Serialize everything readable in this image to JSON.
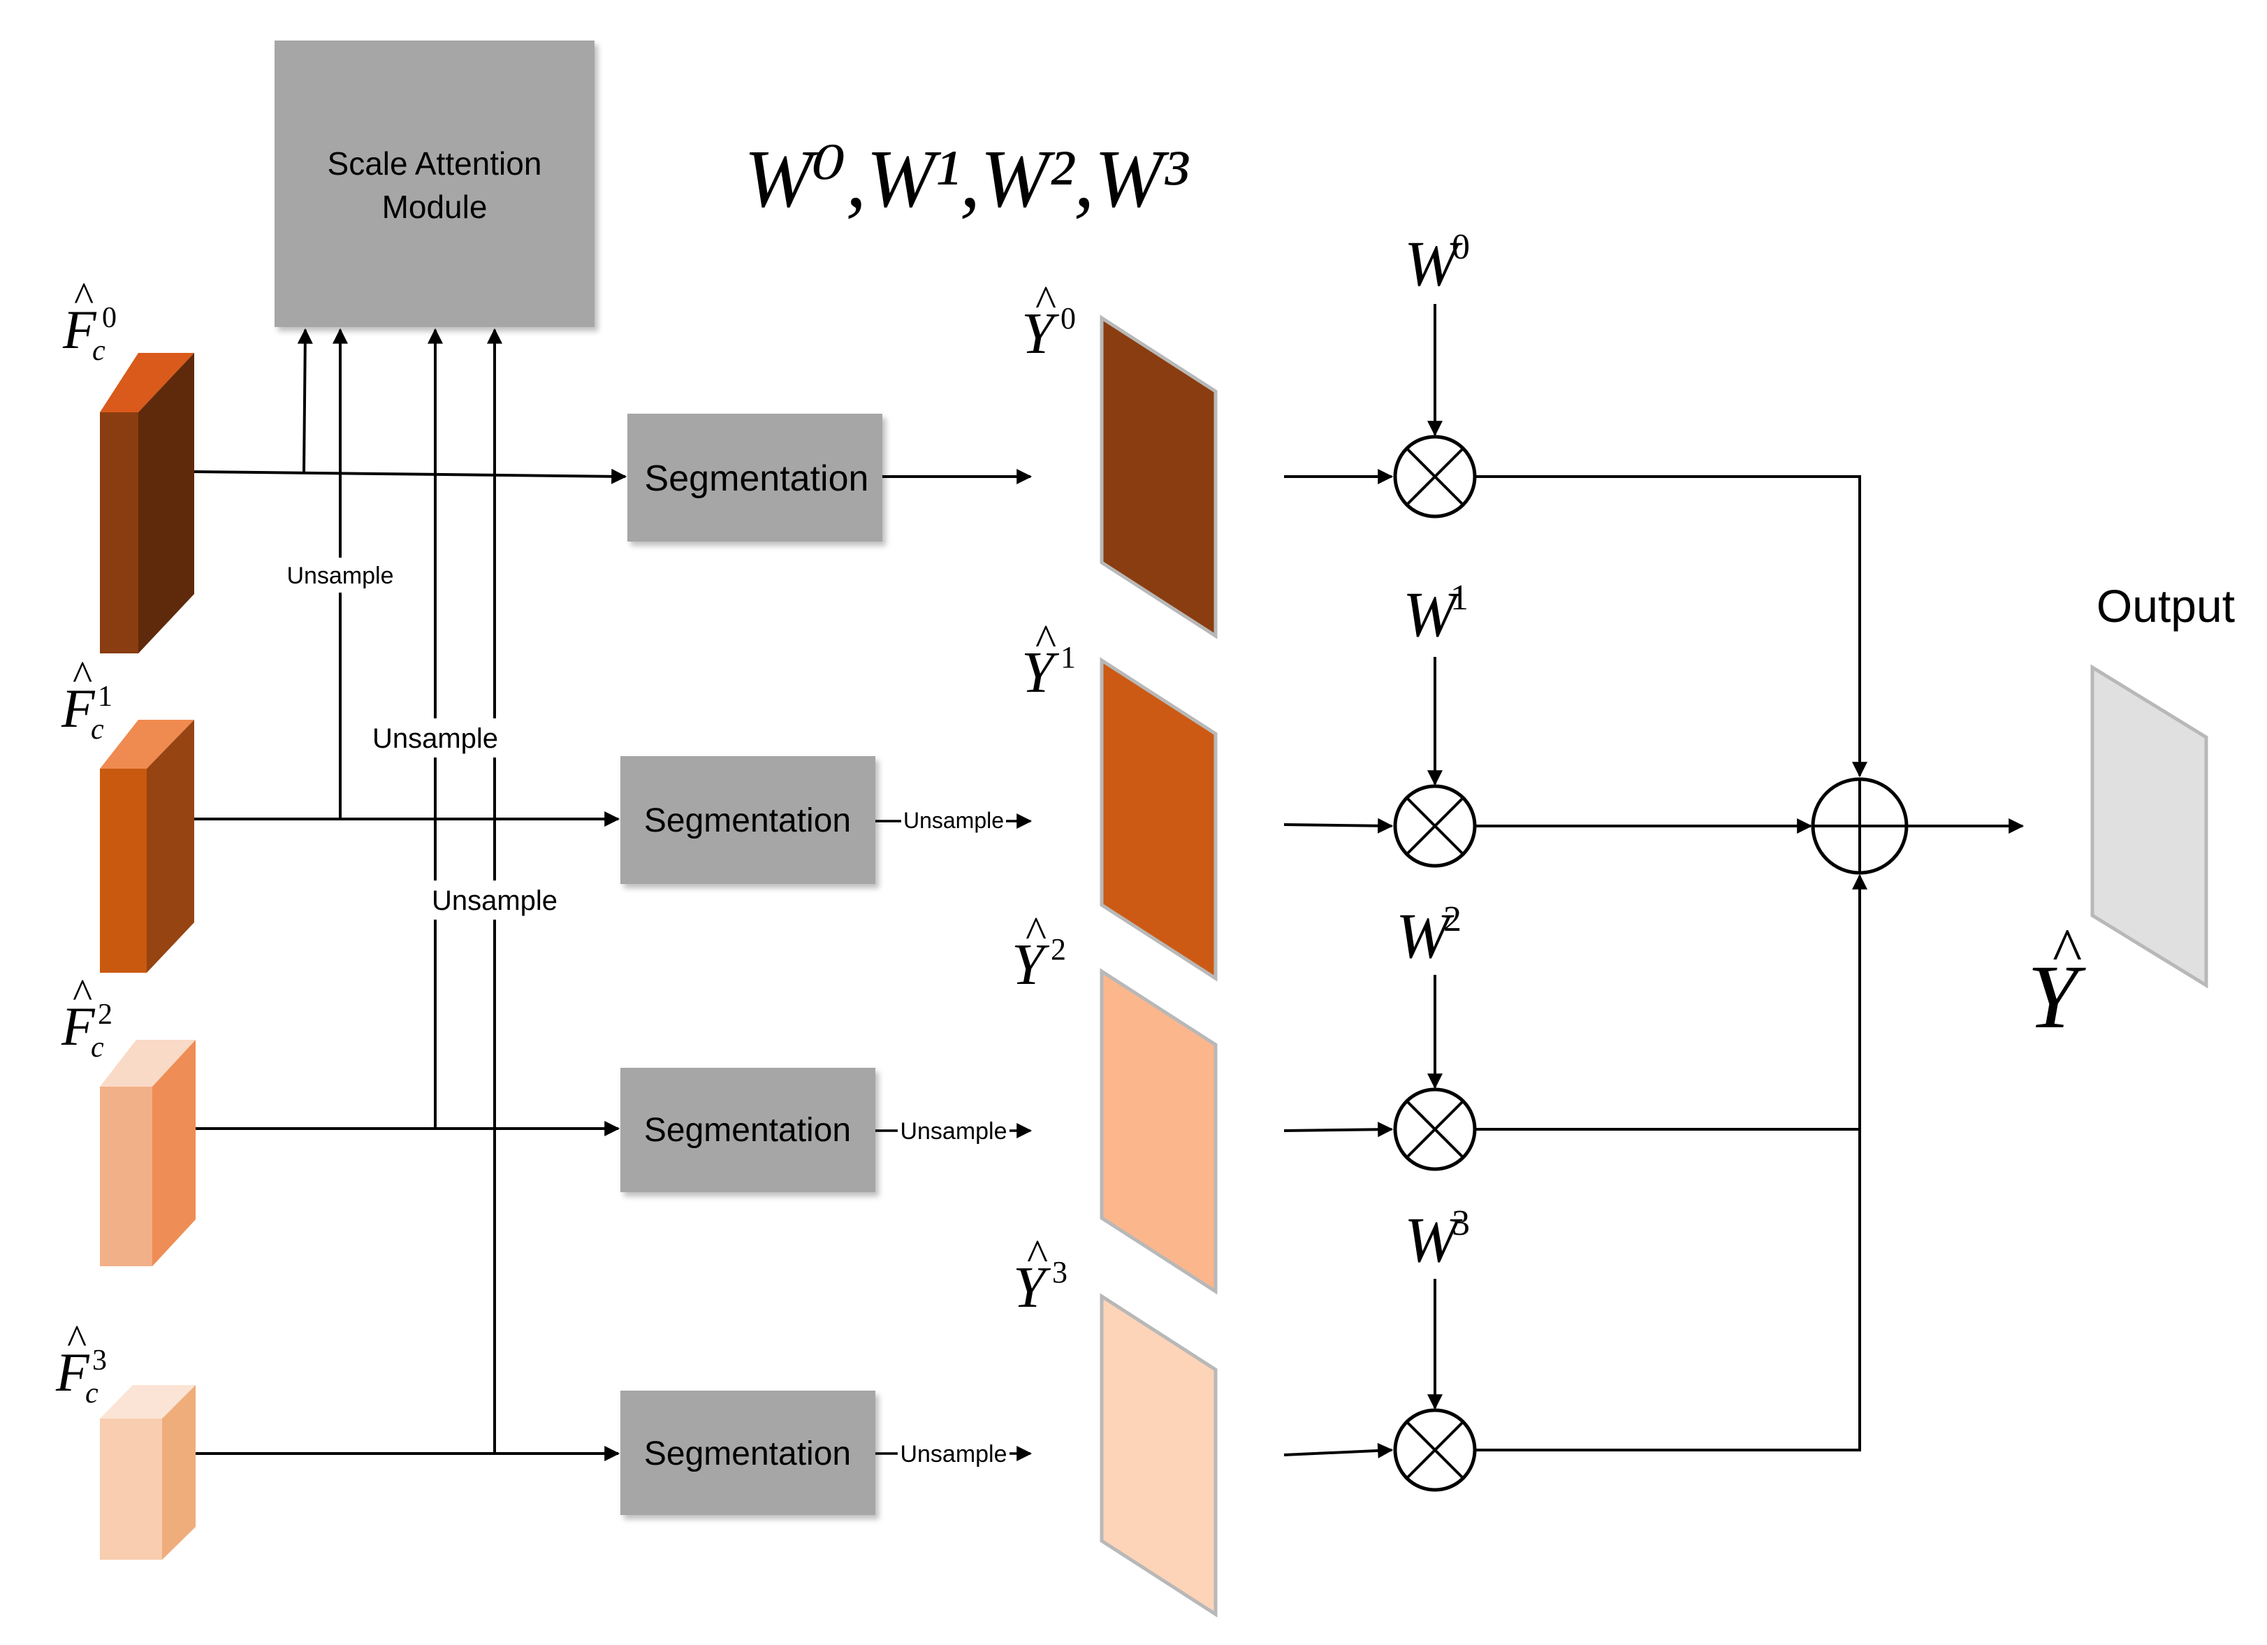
{
  "title": "W⁰,W¹,W²,W³",
  "scale_attention": {
    "label_line1": "Scale Attention",
    "label_line2": "Module"
  },
  "features": [
    {
      "base": "F",
      "sub": "c",
      "sup": "0",
      "front": "#8a3d10",
      "side": "#5f2a0b",
      "top": "#d95a1a"
    },
    {
      "base": "F",
      "sub": "c",
      "sup": "1",
      "front": "#c9590f",
      "side": "#964412",
      "top": "#ef8a50"
    },
    {
      "base": "F",
      "sub": "c",
      "sup": "2",
      "front": "#f2b088",
      "side": "#ee8d55",
      "top": "#f9dac6"
    },
    {
      "base": "F",
      "sub": "c",
      "sup": "3",
      "front": "#f8cdb0",
      "side": "#f0ad7c",
      "top": "#fbe4d5"
    }
  ],
  "segmentation_label": "Segmentation",
  "upsample_labels": {
    "a": "Unsample",
    "b": "Unsample",
    "c": "Unsample",
    "seg1": "Unsample",
    "seg2": "Unsample",
    "seg3": "Unsample"
  },
  "predictions": [
    {
      "base": "Y",
      "sup": "0",
      "color": "#8a3d10"
    },
    {
      "base": "Y",
      "sup": "1",
      "color": "#cc5a14"
    },
    {
      "base": "Y",
      "sup": "2",
      "color": "#fcb68c"
    },
    {
      "base": "Y",
      "sup": "3",
      "color": "#fed4b8"
    }
  ],
  "weights": [
    {
      "base": "W",
      "sup": "0"
    },
    {
      "base": "W",
      "sup": "1"
    },
    {
      "base": "W",
      "sup": "2"
    },
    {
      "base": "W",
      "sup": "3"
    }
  ],
  "output": {
    "label": "Output",
    "symbol": "Y",
    "color": "#e0e0e0"
  },
  "colors": {
    "box": "#a6a6a6",
    "line": "#000000"
  }
}
